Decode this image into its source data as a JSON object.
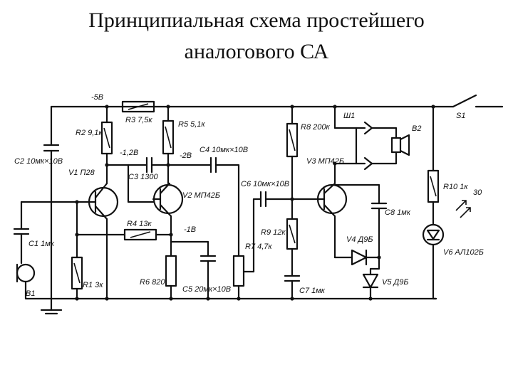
{
  "title": {
    "line1": "Принципиальная схема простейшего",
    "line2": "аналогового СА"
  },
  "labels": {
    "supply": "-5В",
    "r3": "R3 7,5к",
    "r2": "R2 9,1к",
    "r5": "R5 5,1к",
    "r8": "R8 200к",
    "sh1": "Ш1",
    "s1": "S1",
    "b2": "B2",
    "c2": "C2 10мк×10В",
    "v1": "V1 П28",
    "c3": "C3 1300",
    "v2": "V2 МП42Б",
    "c4": "C4 10мк×10В",
    "c6": "C6 10мк×10В",
    "v3": "V3 МП42Б",
    "r10": "R10 1к",
    "c1": "C1 1мк",
    "r4": "R4 13к",
    "r9": "R9 12к",
    "c8": "C8 1мк",
    "v4": "V4 Д9Б",
    "v6": "V6 АЛ102Б",
    "r1": "R1 3к",
    "r6": "R6 820",
    "c5": "C5 20мк×10В",
    "r7": "R7 4,7к",
    "c7": "C7 1мк",
    "v5": "V5 Д9Б",
    "b1": "B1",
    "v_12": "-1,2В",
    "v_2": "-2В",
    "v_1b": "-1В",
    "out_30": "30"
  }
}
